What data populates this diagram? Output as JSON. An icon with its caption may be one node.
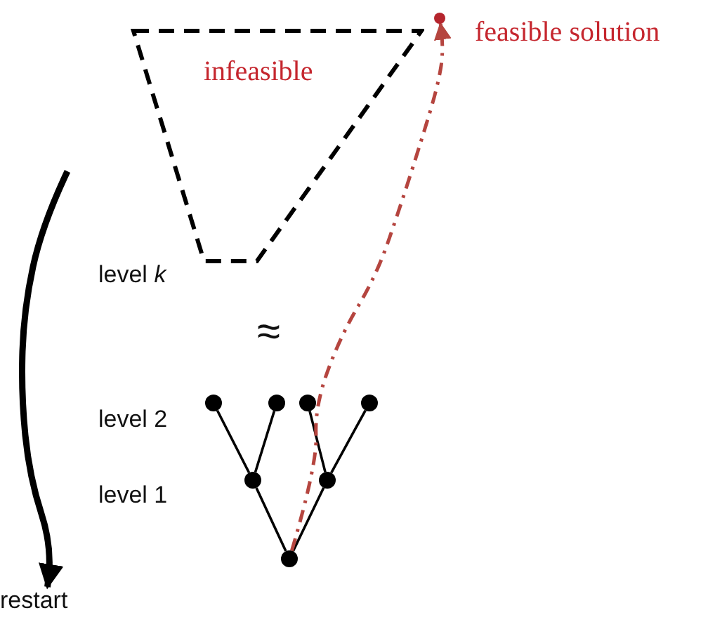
{
  "diagram": {
    "nodes": [
      {
        "text": [
          "infeasible"
        ]
      },
      {
        "text": [],
        "shape": "circle",
        "beside": [
          "feasible solution"
        ]
      },
      {
        "text": [],
        "shape": "circle"
      },
      {
        "text": [],
        "shape": "circle"
      },
      {
        "text": [],
        "shape": "circle"
      },
      {
        "text": [],
        "shape": "circle"
      },
      {
        "text": [],
        "shape": "circle"
      },
      {
        "text": [],
        "shape": "circle"
      },
      {
        "text": [],
        "shape": "circle"
      },
      {
        "text": [
          "restart"
        ]
      }
    ],
    "edges": [
      {
        "from": 8,
        "to": 6,
        "arrow": "none"
      },
      {
        "from": 8,
        "to": 7,
        "arrow": "none"
      },
      {
        "from": 6,
        "to": 2,
        "arrow": "none"
      },
      {
        "from": 6,
        "to": 3,
        "arrow": "none"
      },
      {
        "from": 7,
        "to": 4,
        "arrow": "none"
      },
      {
        "from": 7,
        "to": 5,
        "arrow": "none"
      },
      {
        "from": 8,
        "to": 1,
        "arrow": "to",
        "style": "dashed",
        "color": "#b5453f"
      },
      {
        "from": null,
        "to": 9,
        "arrow": "to",
        "style": "thick"
      }
    ],
    "labels": [
      "level *k*",
      "≈",
      "level 2",
      "level 1"
    ]
  }
}
